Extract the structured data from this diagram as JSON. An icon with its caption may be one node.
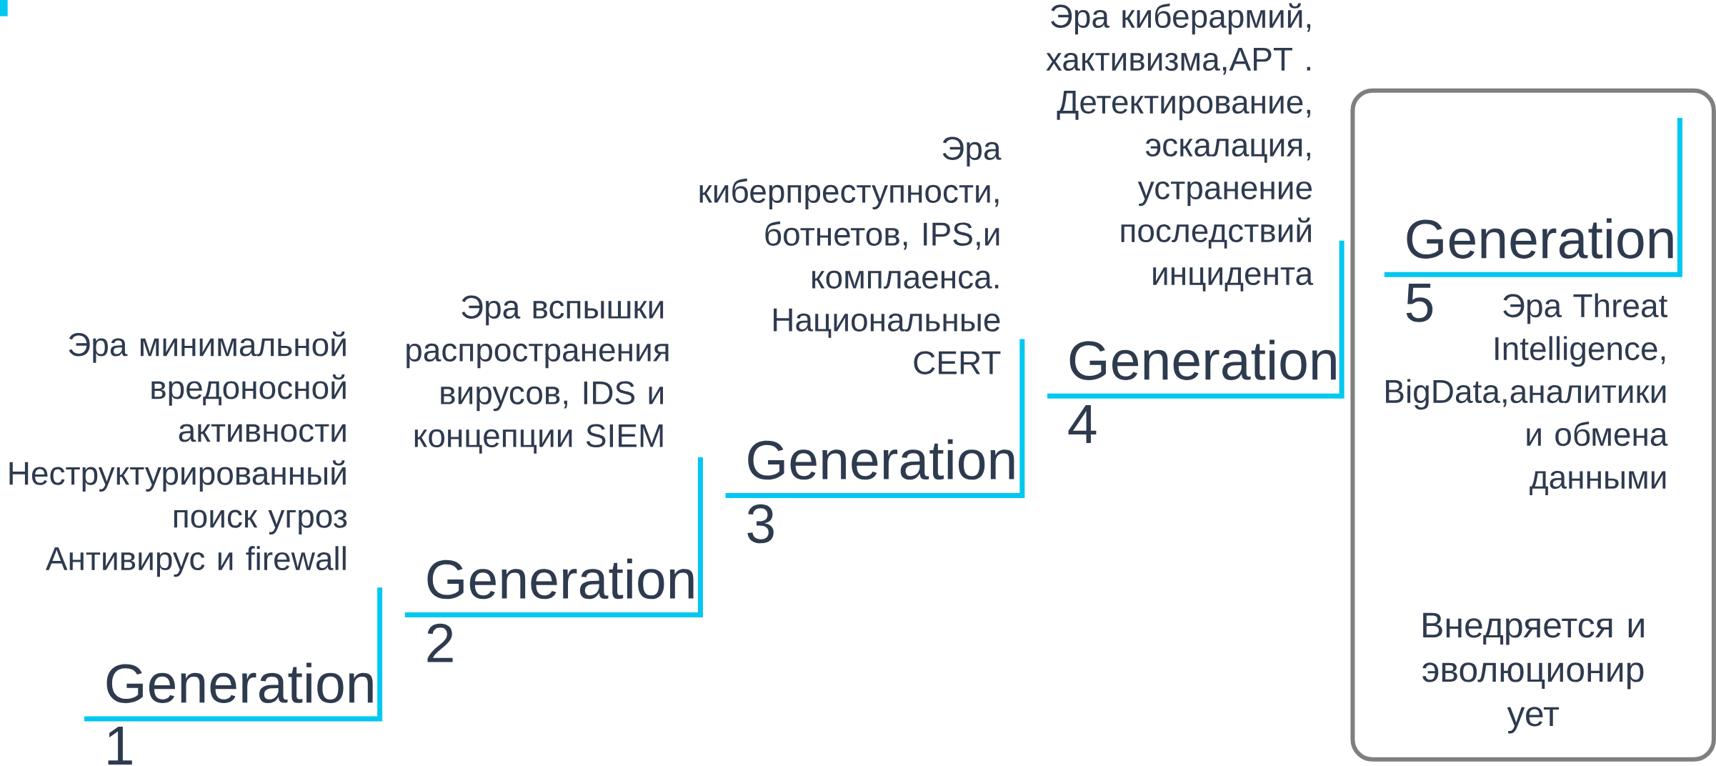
{
  "diagram": {
    "nodes": [
      {
        "text": [
          "Generation",
          "1"
        ],
        "beside": [
          "Эра минимальной вредоносной активности",
          "Неструктурированный поиск угроз",
          "Антивирус и firewall"
        ]
      },
      {
        "text": [
          "Generation",
          "2"
        ],
        "beside": [
          "Эра вспышки распространения вирусов, IDS и концепции SIEM"
        ]
      },
      {
        "text": [
          "Generation",
          "3"
        ],
        "beside": [
          "Эра киберпреступности, ботнетов, IPS,и комплаенса. Национальные CERT"
        ]
      },
      {
        "text": [
          "Generation",
          "4"
        ],
        "beside": [
          "Эра киберармий, хактивизма,APT . Детектирование, эскалация, устранение последствий инцидента"
        ]
      },
      {
        "text": [
          "Внедряется и эволюционир ует"
        ]
      },
      {
        "text": [
          "Generation",
          "5"
        ],
        "beside": [
          "Эра Threat Intelligence, BigData,аналитики и обмена данными"
        ],
        "in": 4
      }
    ]
  }
}
